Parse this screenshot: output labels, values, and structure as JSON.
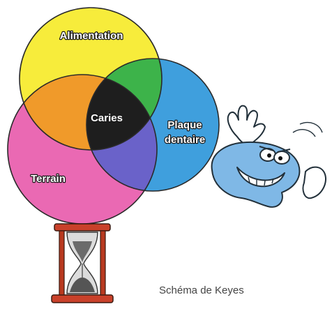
{
  "diagram": {
    "circles": {
      "alimentation": {
        "label": "Alimentation",
        "color": "#f7ec3b"
      },
      "plaque": {
        "label_line1": "Plaque",
        "label_line2": "dentaire",
        "color": "#3f9fdd"
      },
      "terrain": {
        "label": "Terrain",
        "color": "#ea69b3"
      },
      "center": {
        "label": "Caries"
      }
    },
    "overlap_colors": {
      "alimentation_plaque": "#3db34a",
      "alimentation_terrain": "#f09a2a",
      "plaque_terrain": "#6a62c9",
      "center": "#1e1e1e"
    },
    "icons": [
      "hourglass-icon",
      "tooth-cartoon-character"
    ],
    "caption": "Schéma de Keyes"
  }
}
